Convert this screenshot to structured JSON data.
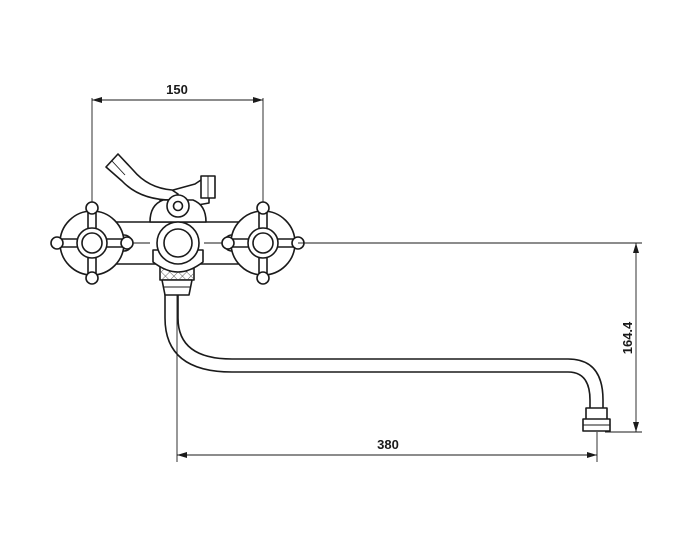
{
  "dimensions": {
    "handle_spacing": "150",
    "spout_reach": "380",
    "spout_height": "164.4"
  }
}
